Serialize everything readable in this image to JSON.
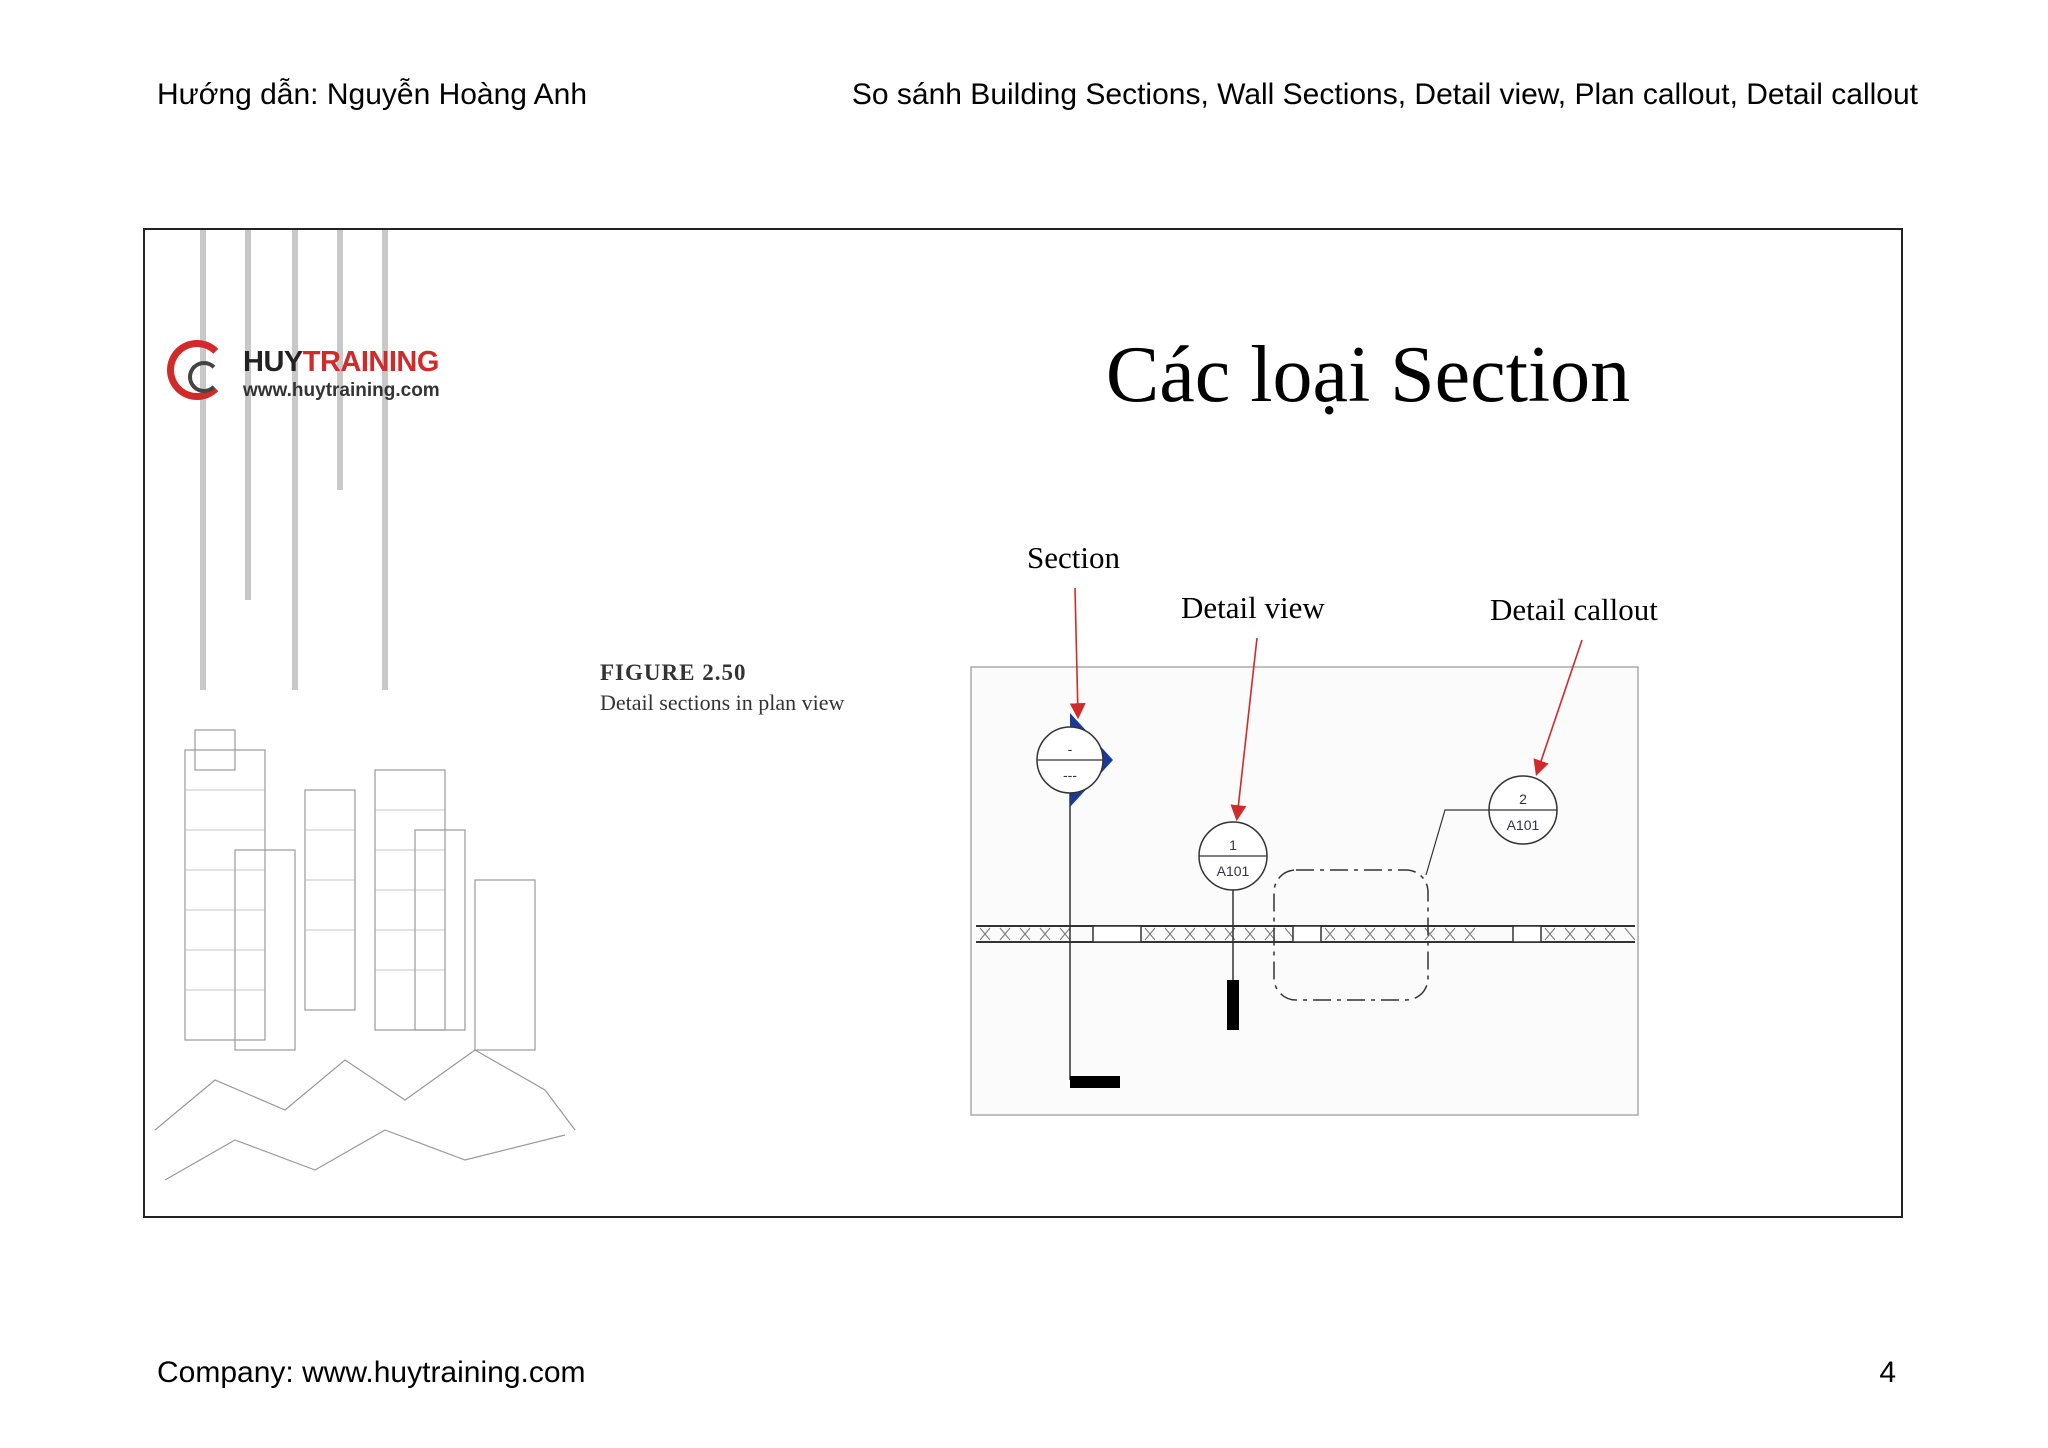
{
  "header": {
    "left": "Hướng dẫn: Nguyễn Hoàng Anh",
    "right": "So sánh Building Sections, Wall Sections, Detail view, Plan callout, Detail callout"
  },
  "slide": {
    "title": "Các loại Section",
    "logo": {
      "brand_part1": "HUY",
      "brand_part2": "TRAINING",
      "url": "www.huytraining.com"
    },
    "figure": {
      "number": "FIGURE 2.50",
      "caption": "Detail sections in plan view"
    },
    "labels": {
      "section": "Section",
      "detail_view": "Detail view",
      "detail_callout": "Detail callout"
    },
    "tags": {
      "section_top": "-",
      "section_bottom": "---",
      "detail_view_num": "1",
      "detail_view_sheet": "A101",
      "callout_num": "2",
      "callout_sheet": "A101"
    },
    "colors": {
      "arrow": "#d12a2a",
      "section_head": "#1a3a9a",
      "logo_red": "#d12a2a"
    }
  },
  "footer": {
    "left": "Company: www.huytraining.com",
    "page_number": "4"
  }
}
